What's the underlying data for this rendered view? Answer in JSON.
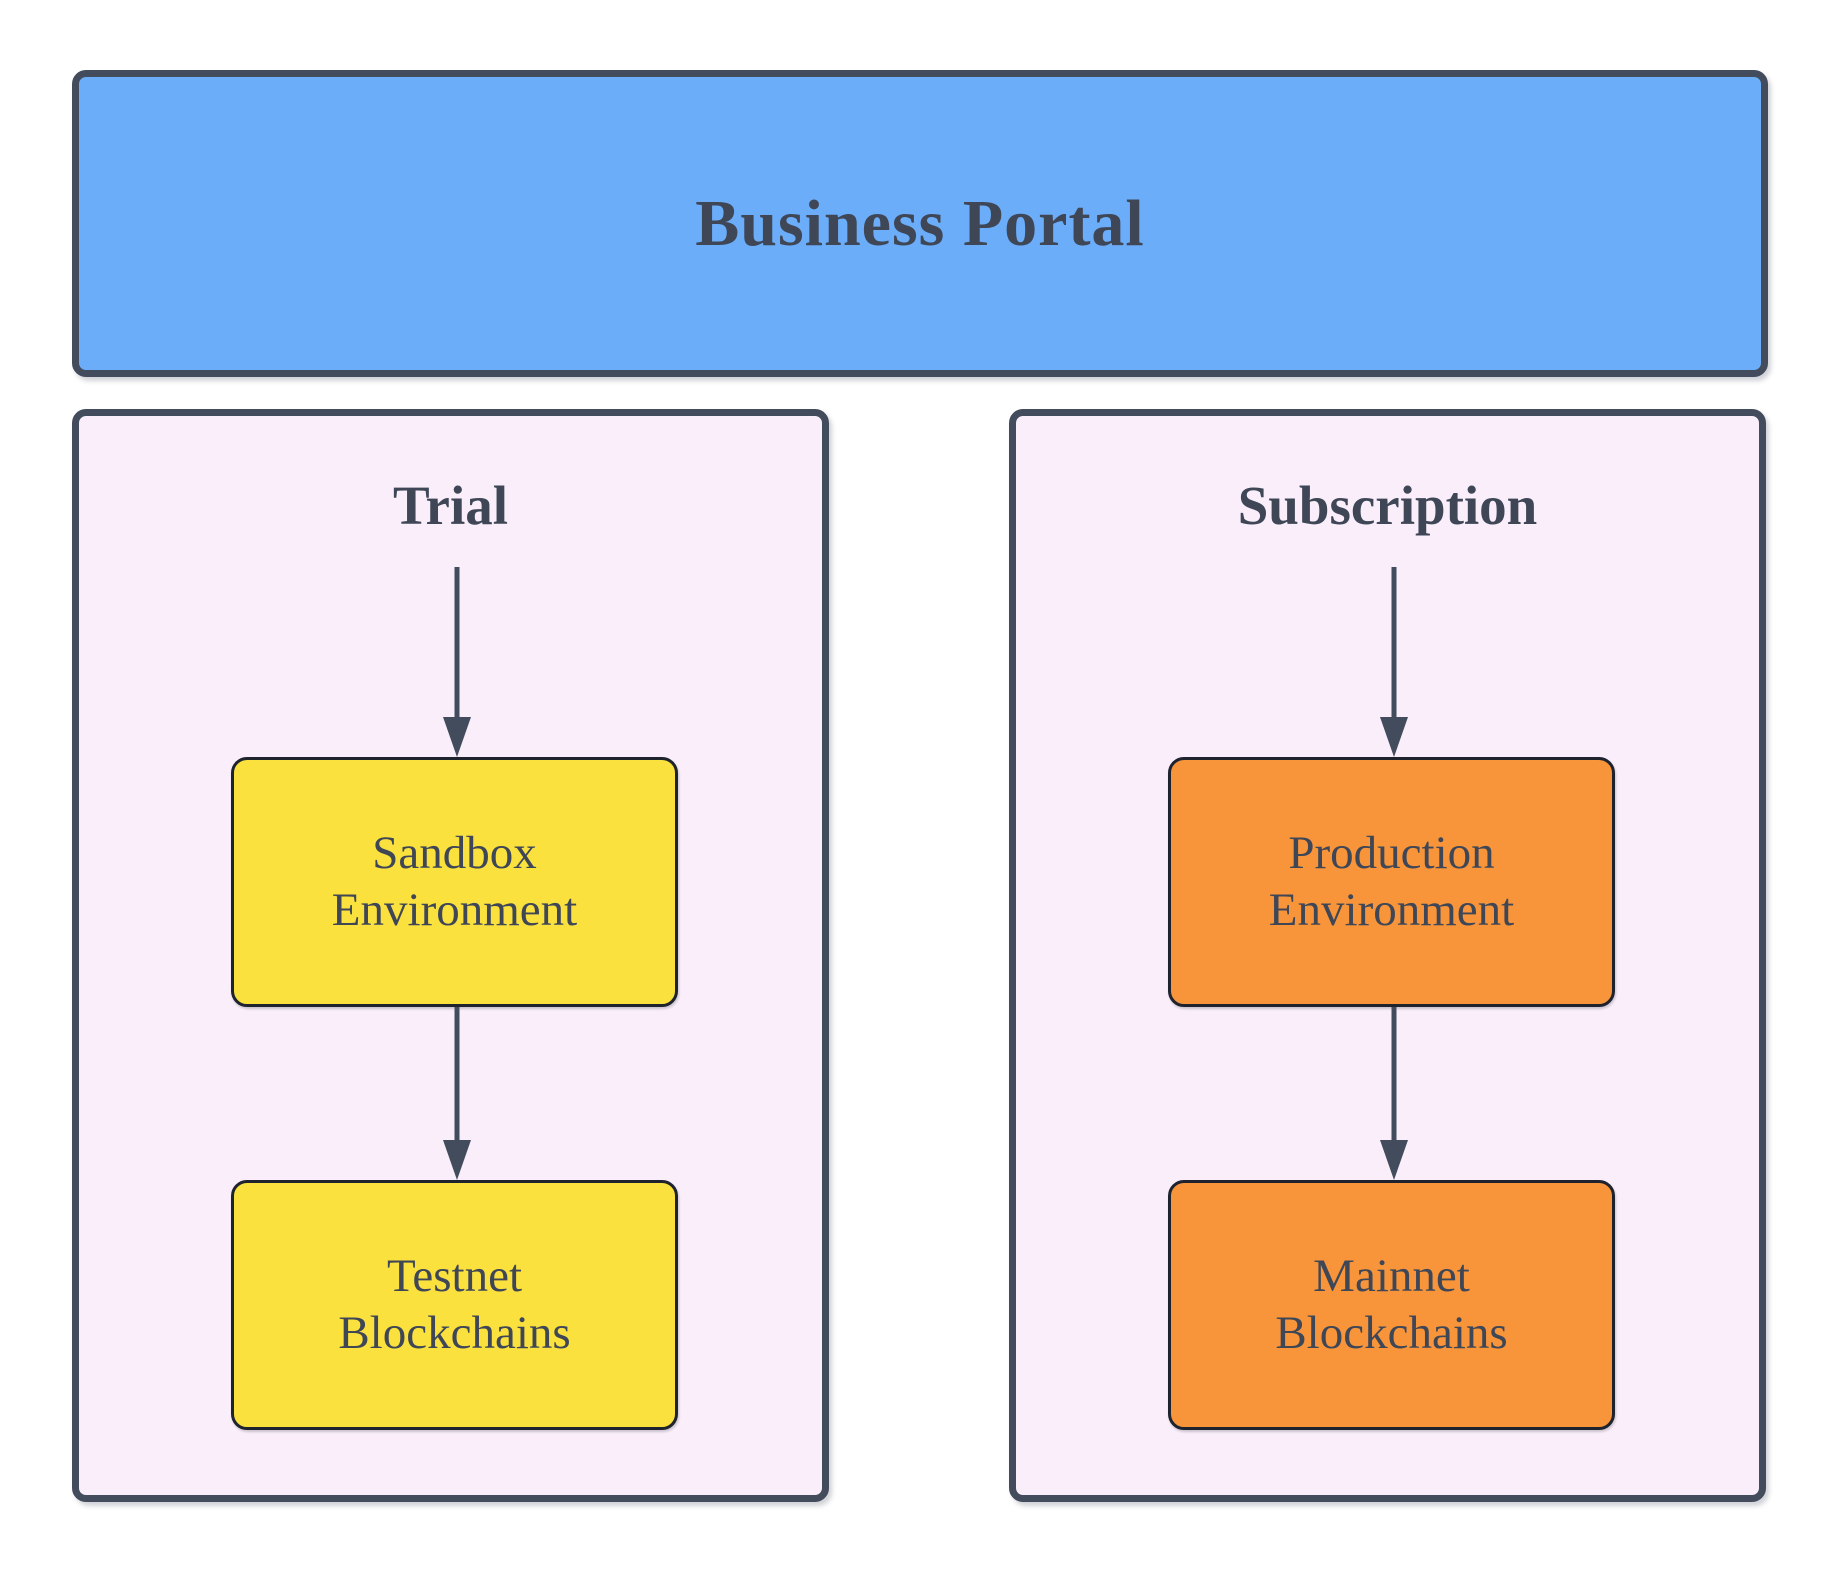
{
  "diagram": {
    "header": {
      "label": "Business Portal"
    },
    "groups": {
      "trial": {
        "title": "Trial",
        "nodes": {
          "sandbox": {
            "label": "Sandbox Environment"
          },
          "testnet": {
            "label": "Testnet Blockchains"
          }
        }
      },
      "subscription": {
        "title": "Subscription",
        "nodes": {
          "production": {
            "label": "Production Environment"
          },
          "mainnet": {
            "label": "Mainnet Blockchains"
          }
        }
      }
    },
    "colors": {
      "header_fill": "#6BADF9",
      "panel_fill": "#F9EEFA",
      "trial_node_fill": "#FBE13E",
      "subscription_node_fill": "#F8953B",
      "stroke": "#434C5C",
      "node_border": "#1E232D",
      "text": "#3F4757"
    }
  }
}
